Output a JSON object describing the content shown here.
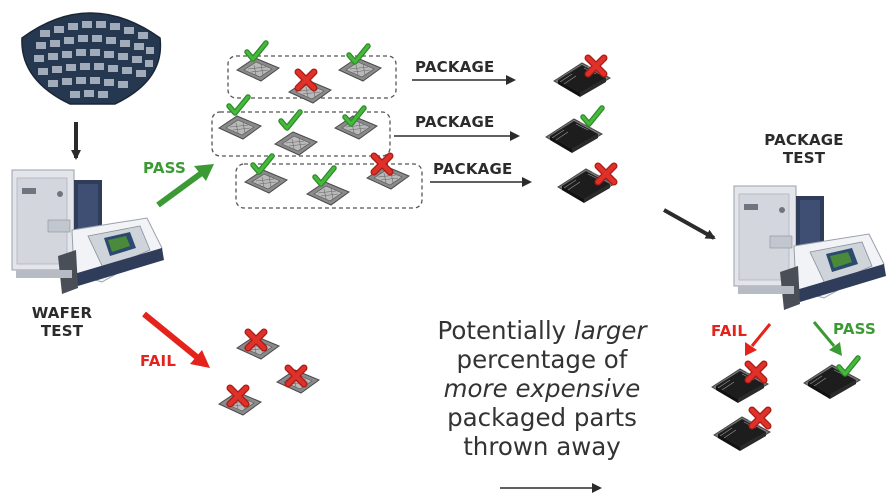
{
  "labels": {
    "package_1": "PACKAGE",
    "package_2": "PACKAGE",
    "package_3": "PACKAGE",
    "pass_wafer": "PASS",
    "fail_wafer": "FAIL",
    "wafer_test_line1": "WAFER",
    "wafer_test_line2": "TEST",
    "package_test_line1": "PACKAGE",
    "package_test_line2": "TEST",
    "fail_package": "FAIL",
    "pass_package": "PASS"
  },
  "note": {
    "line1_pre": "Potentially ",
    "line1_em": "larger",
    "line2": "percentage of",
    "line3_em": "more expensive",
    "line4": "packaged parts",
    "line5": "thrown away"
  },
  "colors": {
    "pass_green": "#3c9a35",
    "fail_red": "#e5231d",
    "text_dark": "#2b2b2b",
    "arrow_dark": "#2b2b2b"
  },
  "icons": [
    "wafer-icon",
    "tester-machine-icon",
    "die-icon",
    "chip-icon",
    "checkmark-icon",
    "x-mark-icon",
    "arrow-icon"
  ]
}
